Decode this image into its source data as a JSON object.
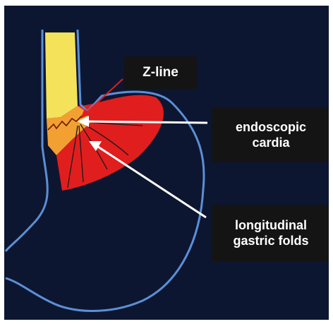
{
  "labels": {
    "z_line": "Z-line",
    "endoscopic_cardia_line1": "endoscopic",
    "endoscopic_cardia_line2": "cardia",
    "gastric_folds_line1": "longitudinal",
    "gastric_folds_line2": "gastric folds"
  },
  "colors": {
    "background": "#0d1630",
    "outline": "#5b8fd6",
    "esophagus": "#f3e25a",
    "junction": "#f2a031",
    "cardia": "#e01e1e",
    "arrow_white": "#ffffff",
    "arrow_red": "#e01e1e"
  }
}
